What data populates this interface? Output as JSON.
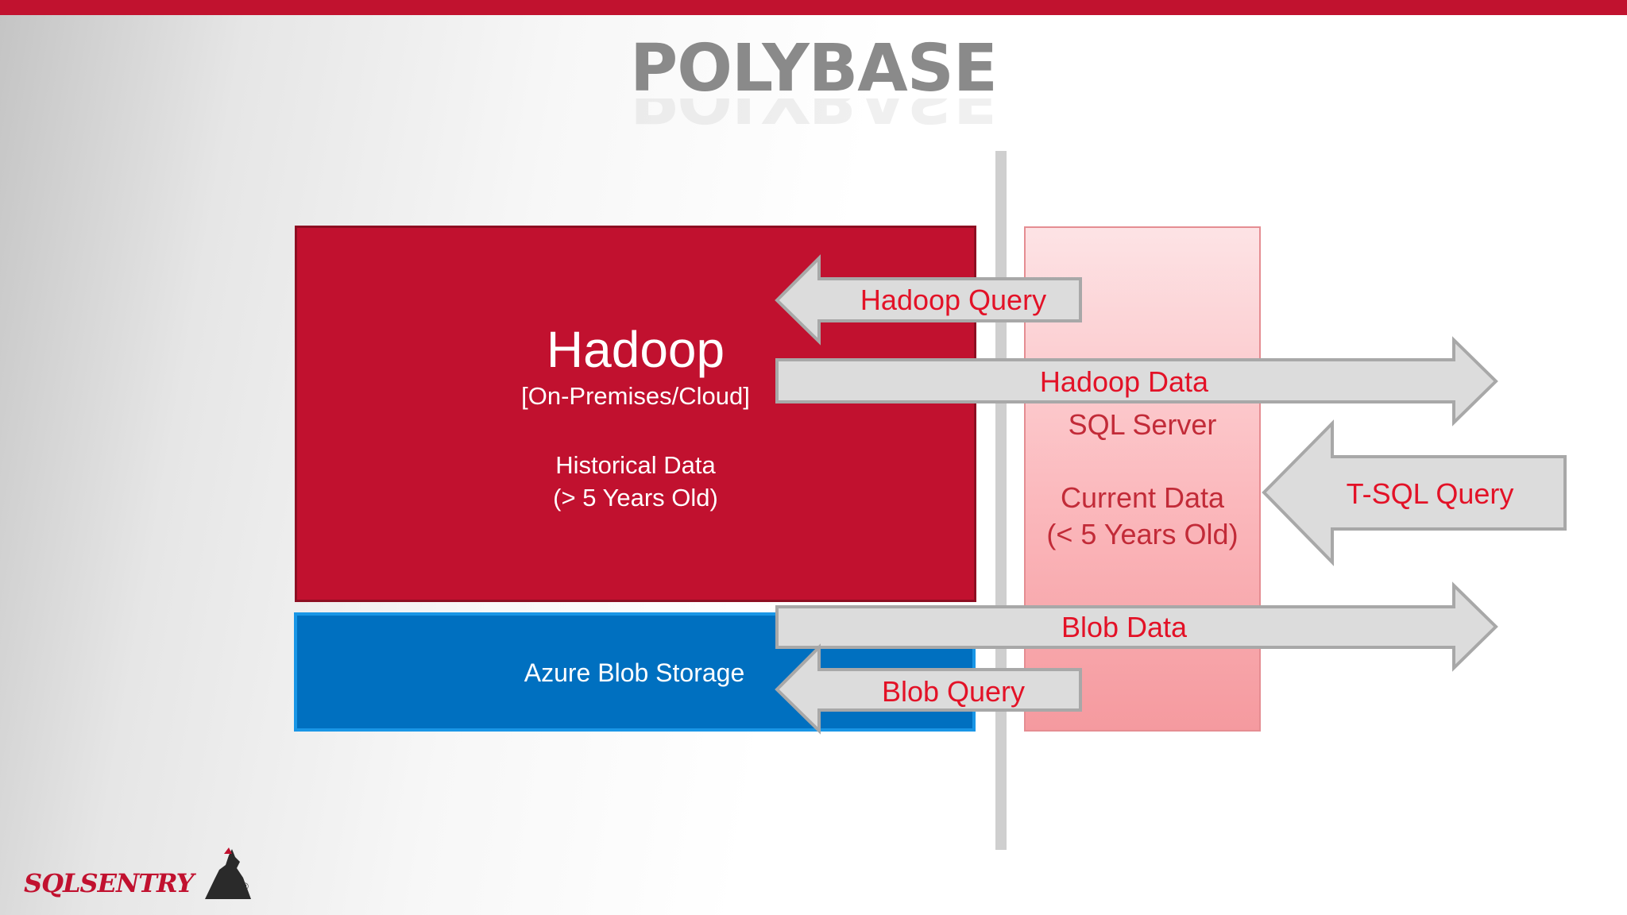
{
  "title": "POLYBASE",
  "colors": {
    "top_bar": "#c1122f",
    "hadoop_box": "#c1112f",
    "blob_box": "#0070c0",
    "sql_box": "#fbc3c6",
    "arrow_fill": "#dcdcdc",
    "arrow_stroke": "#a8a8a8",
    "arrow_text": "#e31227"
  },
  "hadoop": {
    "name": "Hadoop",
    "deployment": "[On-Premises/Cloud]",
    "data_line1": "Historical Data",
    "data_line2": "(> 5 Years Old)"
  },
  "blob": {
    "name": "Azure Blob Storage"
  },
  "sql": {
    "name": "SQL Server",
    "data_line1": "Current Data",
    "data_line2": "(< 5 Years Old)"
  },
  "arrows": {
    "hadoop_query": "Hadoop Query",
    "hadoop_data": "Hadoop Data",
    "tsql_query": "T-SQL Query",
    "blob_data": "Blob Data",
    "blob_query": "Blob Query"
  },
  "logo": {
    "text": "SQLSENTRY",
    "registered": "®",
    "icon": "sentry-mascot-icon"
  }
}
